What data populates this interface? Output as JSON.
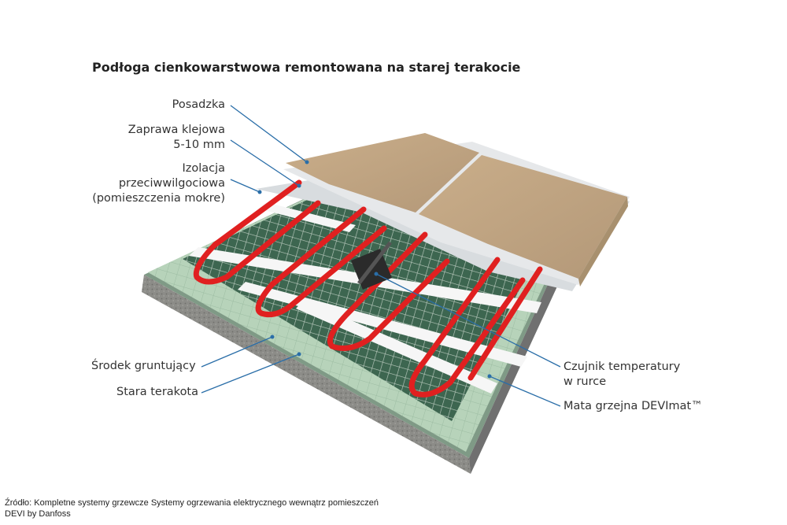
{
  "title": "Podłoga cienkowarstwowa remontowana na starej terakocie",
  "labels": {
    "posadzka": "Posadzka",
    "zaprawa": [
      "Zaprawa klejowa",
      "5-10 mm"
    ],
    "izolacja": [
      "Izolacja",
      "przeciwwilgociowa",
      "(pomieszczenia mokre)"
    ],
    "srodek": "Środek gruntujący",
    "terakota": "Stara terakota",
    "czujnik": [
      "Czujnik temperatury",
      "w rurce"
    ],
    "mata": "Mata grzejna DEVImat™"
  },
  "source": [
    "Źródło: Kompletne systemy grzewcze Systemy ogrzewania elektrycznego wewnątrz pomieszczeń",
    "DEVI by Danfoss"
  ],
  "colors": {
    "leader": "#2a6ea8",
    "cable": "#e02020",
    "tile": "#c2a682",
    "tile_dark": "#a8906e",
    "mesh_bg": "#3f6a52",
    "primer": "#bcd7bf",
    "base": "#8a8a86",
    "tape": "#f7f7f7"
  },
  "icons": [
    "temperature-sensor-icon"
  ]
}
